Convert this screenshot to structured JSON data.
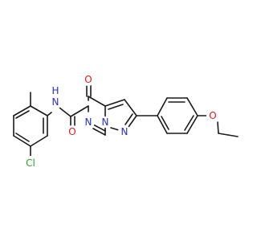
{
  "atoms": {
    "nh": "N",
    "h": "H",
    "amide_o": "O",
    "ring_n": "N",
    "bridge_n": "N",
    "pyrazole_n": "N",
    "keto_o": "O",
    "ether_o": "O",
    "cl": "Cl"
  },
  "colors": {
    "bond": "#1a1a1a",
    "nitrogen": "#2b2bd9",
    "oxygen": "#e01b1b",
    "chlorine": "#1fa81f",
    "background": "#ffffff"
  }
}
